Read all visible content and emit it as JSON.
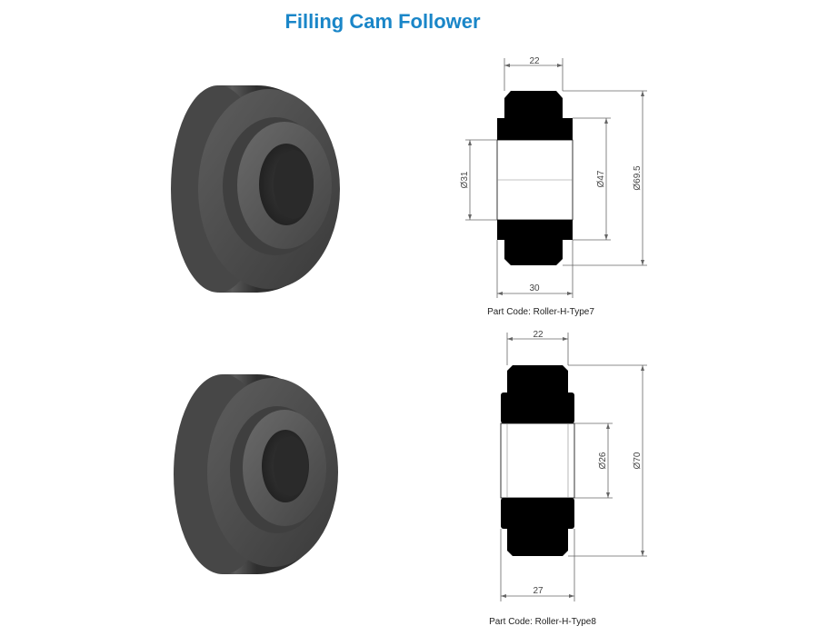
{
  "title": "Filling Cam Follower",
  "colors": {
    "title": "#1a86c8",
    "roller_dark": "#2b2b2b",
    "roller_mid": "#4a4a4a",
    "roller_light": "#6c6c6c",
    "drawing_fill": "#000000",
    "dimension_line": "#666666"
  },
  "rollers": [
    {
      "part_code": "Part Code: Roller-H-Type7",
      "dimensions": {
        "width_top": "22",
        "width_bottom": "30",
        "bore": "Ø31",
        "shoulder": "Ø47",
        "outer": "Ø69.5"
      }
    },
    {
      "part_code": "Part Code: Roller-H-Type8",
      "dimensions": {
        "width_top": "22",
        "width_bottom": "27",
        "bore": "Ø26",
        "outer": "Ø70"
      }
    }
  ]
}
